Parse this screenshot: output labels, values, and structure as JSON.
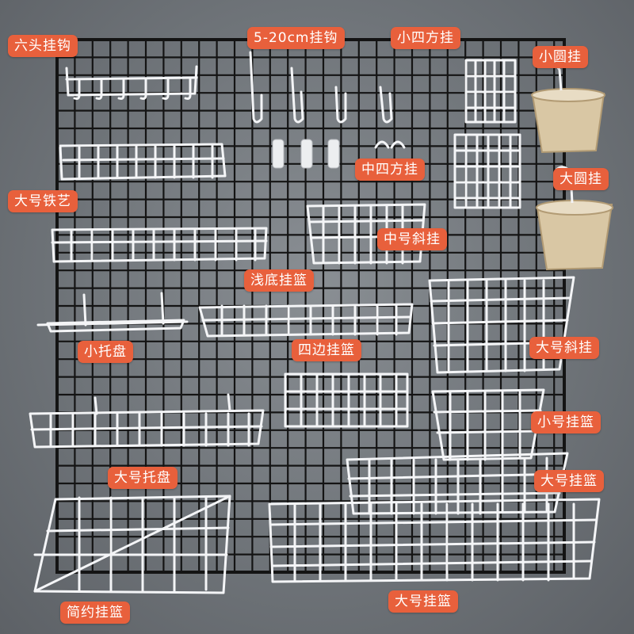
{
  "photo": {
    "subject": "black wire mesh grid panel with white wire baskets and hooks"
  },
  "labels": {
    "six_hook": "六头挂钩",
    "hooks_5_20": "5-20cm挂钩",
    "small_square": "小四方挂",
    "small_round": "小圆挂",
    "medium_square": "中四方挂",
    "large_round": "大圆挂",
    "large_iron": "大号铁艺",
    "medium_slant": "中号斜挂",
    "shallow_basket": "浅底挂篮",
    "small_tray": "小托盘",
    "four_side": "四边挂篮",
    "large_slant": "大号斜挂",
    "small_basket": "小号挂篮",
    "large_tray": "大号托盘",
    "large_basket_mid": "大号挂篮",
    "simple_basket": "简约挂篮",
    "large_basket_bottom": "大号挂篮"
  },
  "colors": {
    "wall": "#6e7378",
    "grid": "#141414",
    "wire": "#f4f5f7",
    "label_bg": "#e8603c",
    "label_text": "#ffffff",
    "rattan": "#d9c7a4"
  }
}
